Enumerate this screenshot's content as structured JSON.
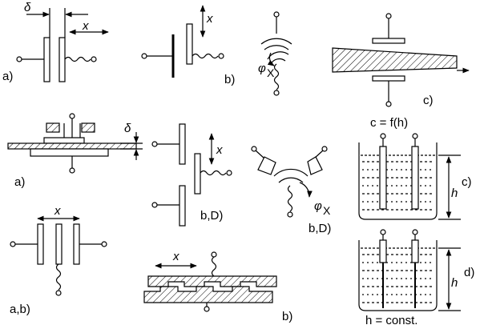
{
  "labels": {
    "d1": "δ",
    "x1": "x",
    "a1": "a)",
    "x2": "x",
    "b1": "b)",
    "phi1": "φ",
    "phi1sub": "X",
    "c1": "c)",
    "cfh": "c = f(h)",
    "d2": "δ",
    "a2": "a)",
    "x3": "x",
    "bD1": "b,D)",
    "phi2": "φ",
    "phi2sub": "X",
    "bD2": "b,D)",
    "c2": "c)",
    "h1": "h",
    "x4": "x",
    "ab": "a,b)",
    "x5": "x",
    "b2": "b)",
    "h2": "h",
    "d3": "d)",
    "hconst": "h = const."
  },
  "colors": {
    "stroke": "#000000",
    "background": "#ffffff",
    "liquid": "#000000"
  }
}
